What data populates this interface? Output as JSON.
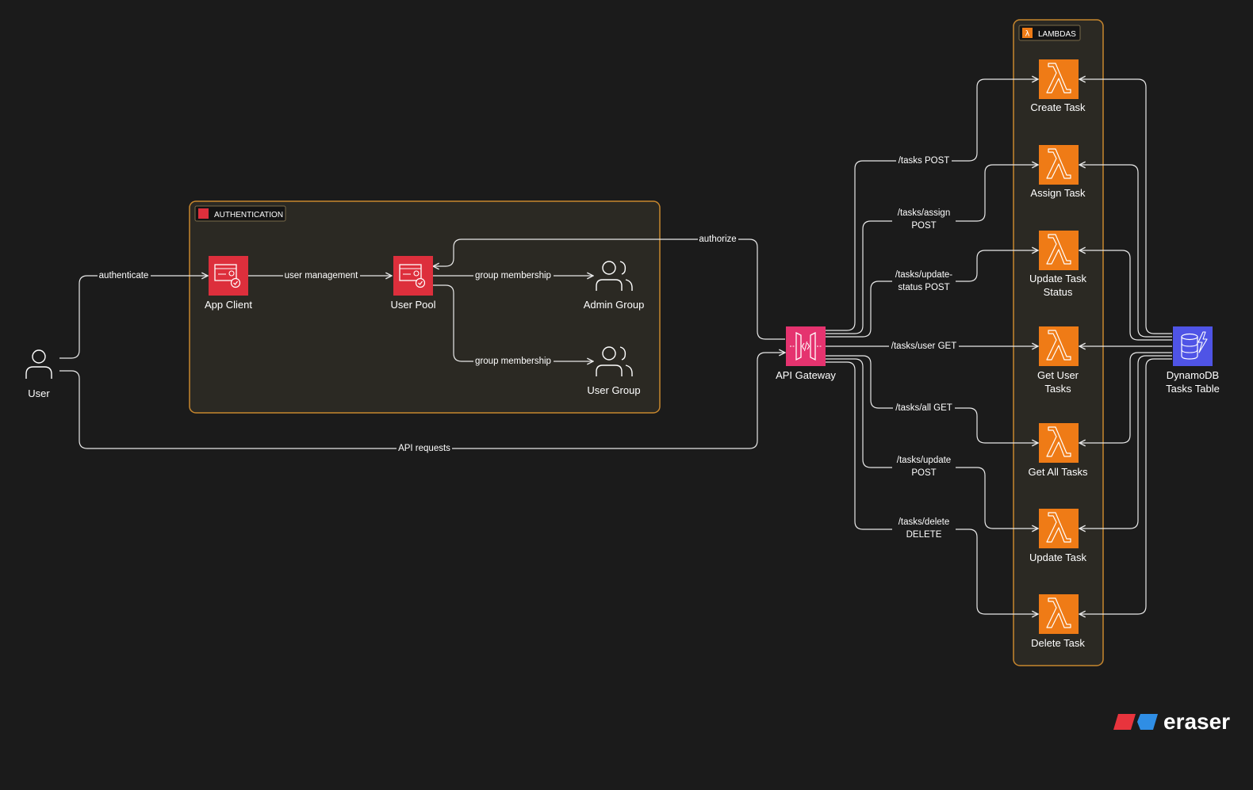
{
  "clusters": {
    "authentication": {
      "title": "AUTHENTICATION"
    },
    "lambdas": {
      "title": "LAMBDAS"
    }
  },
  "nodes": {
    "user": {
      "label": "User",
      "icon": "user-icon"
    },
    "app_client": {
      "label": "App Client",
      "icon": "cognito-icon"
    },
    "user_pool": {
      "label": "User Pool",
      "icon": "cognito-icon"
    },
    "admin_group": {
      "label": "Admin Group",
      "icon": "users-group-icon"
    },
    "user_group": {
      "label": "User Group",
      "icon": "users-group-icon"
    },
    "api_gateway": {
      "label": "API Gateway",
      "icon": "api-gateway-icon"
    },
    "create_task": {
      "label": "Create Task",
      "icon": "lambda-icon"
    },
    "assign_task": {
      "label": "Assign Task",
      "icon": "lambda-icon"
    },
    "update_task_status": {
      "label": [
        "Update Task",
        "Status"
      ],
      "icon": "lambda-icon"
    },
    "get_user_tasks": {
      "label": [
        "Get User",
        "Tasks"
      ],
      "icon": "lambda-icon"
    },
    "get_all_tasks": {
      "label": "Get All Tasks",
      "icon": "lambda-icon"
    },
    "update_task": {
      "label": "Update Task",
      "icon": "lambda-icon"
    },
    "delete_task": {
      "label": "Delete Task",
      "icon": "lambda-icon"
    },
    "dynamodb": {
      "label": [
        "DynamoDB",
        "Tasks Table"
      ],
      "icon": "dynamodb-icon"
    }
  },
  "edges": {
    "authenticate": "authenticate",
    "user_management": "user management",
    "group_membership_admin": "group membership",
    "group_membership_user": "group membership",
    "authorize": "authorize",
    "api_requests": "API requests",
    "tasks_post": "/tasks POST",
    "tasks_assign": [
      "/tasks/assign",
      "POST"
    ],
    "tasks_update_status": [
      "/tasks/update-",
      "status POST"
    ],
    "tasks_user_get": "/tasks/user GET",
    "tasks_all_get": "/tasks/all GET",
    "tasks_update": [
      "/tasks/update",
      "POST"
    ],
    "tasks_delete": [
      "/tasks/delete",
      "DELETE"
    ]
  },
  "brand": {
    "name": "eraser"
  },
  "colors": {
    "background": "#1b1b1b",
    "cluster_border": "#c8872e",
    "cognito": "#dd2f3c",
    "lambda": "#ef7b16",
    "api_gateway": "#e5336f",
    "dynamodb": "#4f54e6",
    "edge": "#e8e8e8",
    "brand_red": "#e8343d",
    "brand_blue": "#2f8ee5"
  }
}
